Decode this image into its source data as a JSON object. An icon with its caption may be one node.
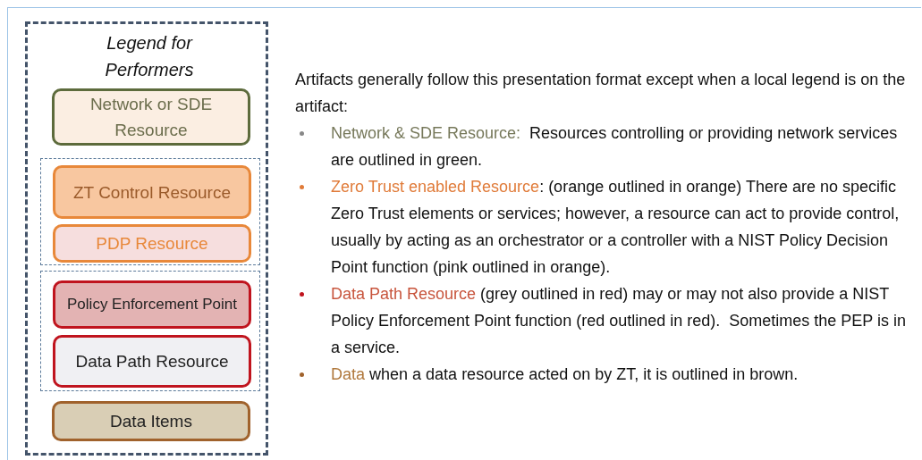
{
  "diagram": {
    "nodes": [
      {
        "text": [
          "Legend for Performers"
        ]
      },
      {
        "text": [
          "Network or SDE Resource"
        ],
        "in": 0
      },
      {
        "text": [],
        "shape": "box",
        "in": 0
      },
      {
        "text": [
          "ZT Control Resource"
        ],
        "in": 2
      },
      {
        "text": [
          "PDP Resource"
        ],
        "in": 2
      },
      {
        "text": [],
        "shape": "box",
        "in": 0
      },
      {
        "text": [
          "Policy Enforcement Point"
        ],
        "in": 5
      },
      {
        "text": [
          "Data Path Resource"
        ],
        "in": 5
      },
      {
        "text": [
          "Data Items"
        ],
        "in": 0
      }
    ],
    "labels": [
      "Artifacts generally follow this presentation format except when a local legend is on the artifact:",
      "Network & SDE Resource:",
      "Resources controlling or providing network services are outlined in green.",
      "Zero Trust enabled Resource",
      ": (orange outlined in orange) There are no specific Zero Trust elements or services; however, a resource can act to provide control, usually by acting as an orchestrator or a controller with a NIST Policy Decision Point function (pink outlined in orange).",
      "Data Path Resource",
      "(grey outlined in red) may or may not also provide a NIST Policy Enforcement Point function (red outlined in red).  Sometimes the PEP is in a service.",
      "Data",
      "when a data resource acted on by ZT, it is outlined in brown."
    ]
  }
}
